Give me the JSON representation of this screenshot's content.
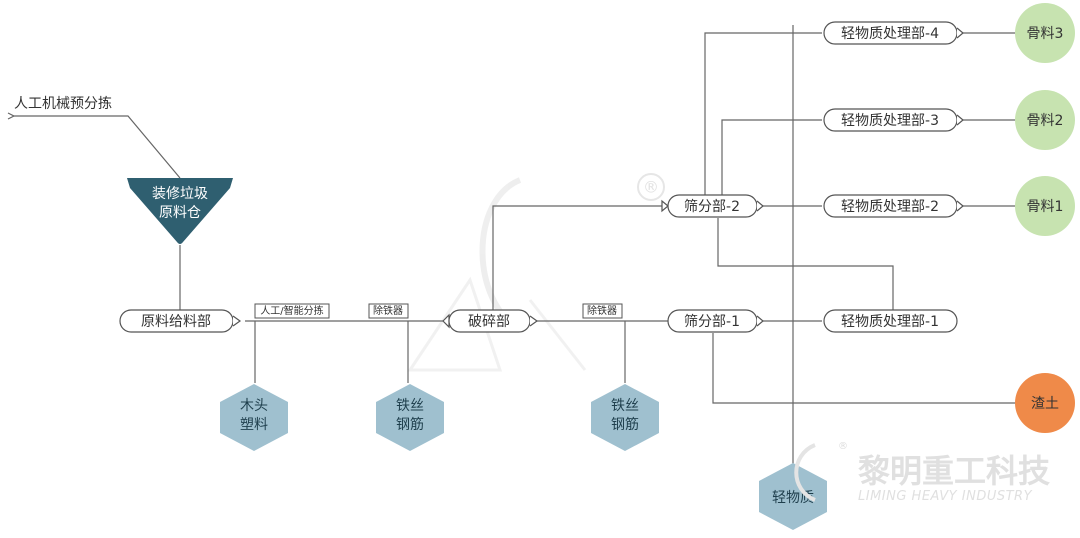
{
  "labels": {
    "pre_sort": "人工机械预分拣",
    "raw_bin_line1": "装修垃圾",
    "raw_bin_line2": "原料仓",
    "feeder": "原料给料部",
    "manual_sort": "人工/智能分拣",
    "iron_remover_1": "除铁器",
    "crusher": "破碎部",
    "iron_remover_2": "除铁器",
    "screen_1": "筛分部-1",
    "screen_2": "筛分部-2",
    "light_1": "轻物质处理部-1",
    "light_2": "轻物质处理部-2",
    "light_3": "轻物质处理部-3",
    "light_4": "轻物质处理部-4"
  },
  "outputs": {
    "wood_line1": "木头",
    "wood_line2": "塑料",
    "steel1_line1": "铁丝",
    "steel1_line2": "钢筋",
    "steel2_line1": "铁丝",
    "steel2_line2": "钢筋",
    "light": "轻物质",
    "agg1": "骨料1",
    "agg2": "骨料2",
    "agg3": "骨料3",
    "residue": "渣土"
  },
  "brand": {
    "name_cn": "黎明重工科技",
    "name_en": "LIMING HEAVY INDUSTRY",
    "reg_mark": "®"
  },
  "colors": {
    "hexagon": "#9fc0cf",
    "aggregate": "#c7e3b0",
    "residue": "#ef8a49",
    "raw_bin": "#2f5f70"
  }
}
